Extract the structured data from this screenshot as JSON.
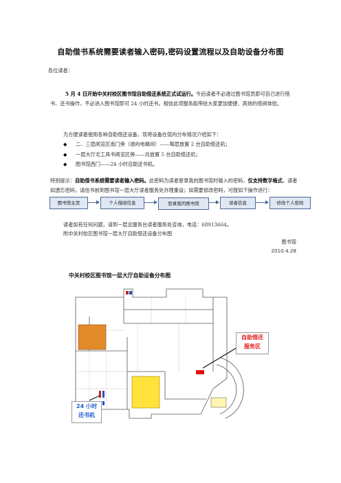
{
  "doc": {
    "title": "自助借书系统需要读者输入密码,密码设置流程以及自助设备分布图",
    "greeting": "各位读者：",
    "para1_lead": "5 月 4 日开始中关村校区图书馆自助借还系统正式试运行。",
    "para1_rest": "今后读者不必通过图书馆员即可自己进行借书、还书操作，不必进入图书馆即可 24 小时还书。相信此项服务能带给大家更加便捷、高效的借阅体验。",
    "para2": "为方便读者使用各种自助借还设备，现将设备在馆内分布情况介绍如下：",
    "bullets": [
      "二、三层阅览区南门旁（通向电梯间）——每层放置 2 台自助借还机；",
      "一层大厅北工具书阅览区旁——共放置 5 台自助借还机；",
      "图书馆西门——24 小时自助还书机。"
    ],
    "para3_prefix": "特别提示：",
    "para3_bold": "自助借书系统需要读者输入密码。",
    "para3_mid": "此密码为读者登录我的图书馆时输入的密码，",
    "para3_bold2": "仅支持数字格式",
    "para3_rest": "。读者如遗忘密码，请信书前到图书馆一层大厅读者服务处办理重设；如需要修改密码，可按如下操作进行：",
    "flow": [
      "图书馆主页",
      "个人借阅信息",
      "登录我的图书馆",
      "读者信息",
      "修改个人密码"
    ],
    "para4": "读者如有任何问题，请到一层总服务台读者服务处咨询，电话：68913664。",
    "para5": "附中关村校区图书馆一层大厅自助借还设备分布图",
    "sign_org": "图书馆",
    "sign_date": "2010.4.28"
  },
  "map": {
    "title": "中关村校区图书馆一层大厅自助设备分布图",
    "callout_service": [
      "自助借还",
      "服务区"
    ],
    "callout_24h": [
      "24 小时",
      "还书机"
    ],
    "colors": {
      "service": "#e02020",
      "night": "#2060d0",
      "yellow": "#ffe23a",
      "orange": "#e38a2a"
    }
  }
}
